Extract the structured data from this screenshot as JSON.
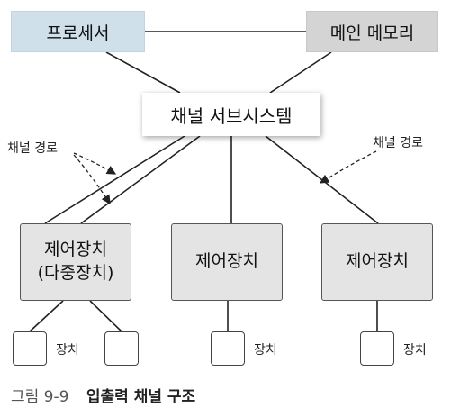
{
  "nodes": {
    "processor": "프로세서",
    "memory": "메인 메모리",
    "channel": "채널 서브시스템",
    "controller_1_line1": "제어장치",
    "controller_1_line2": "(다중장치)",
    "controller_2": "제어장치",
    "controller_3": "제어장치"
  },
  "devices": {
    "label_1": "장치",
    "label_2": "장치",
    "label_3": "장치"
  },
  "annotations": {
    "channel_path_left": "채널 경로",
    "channel_path_right": "채널 경로"
  },
  "caption": {
    "number": "그림 9-9",
    "title": "입출력 채널 구조"
  },
  "colors": {
    "processor_fill": "#cfe0ea",
    "memory_fill": "#d4d4d4",
    "controller_fill": "#e4e4e4"
  }
}
